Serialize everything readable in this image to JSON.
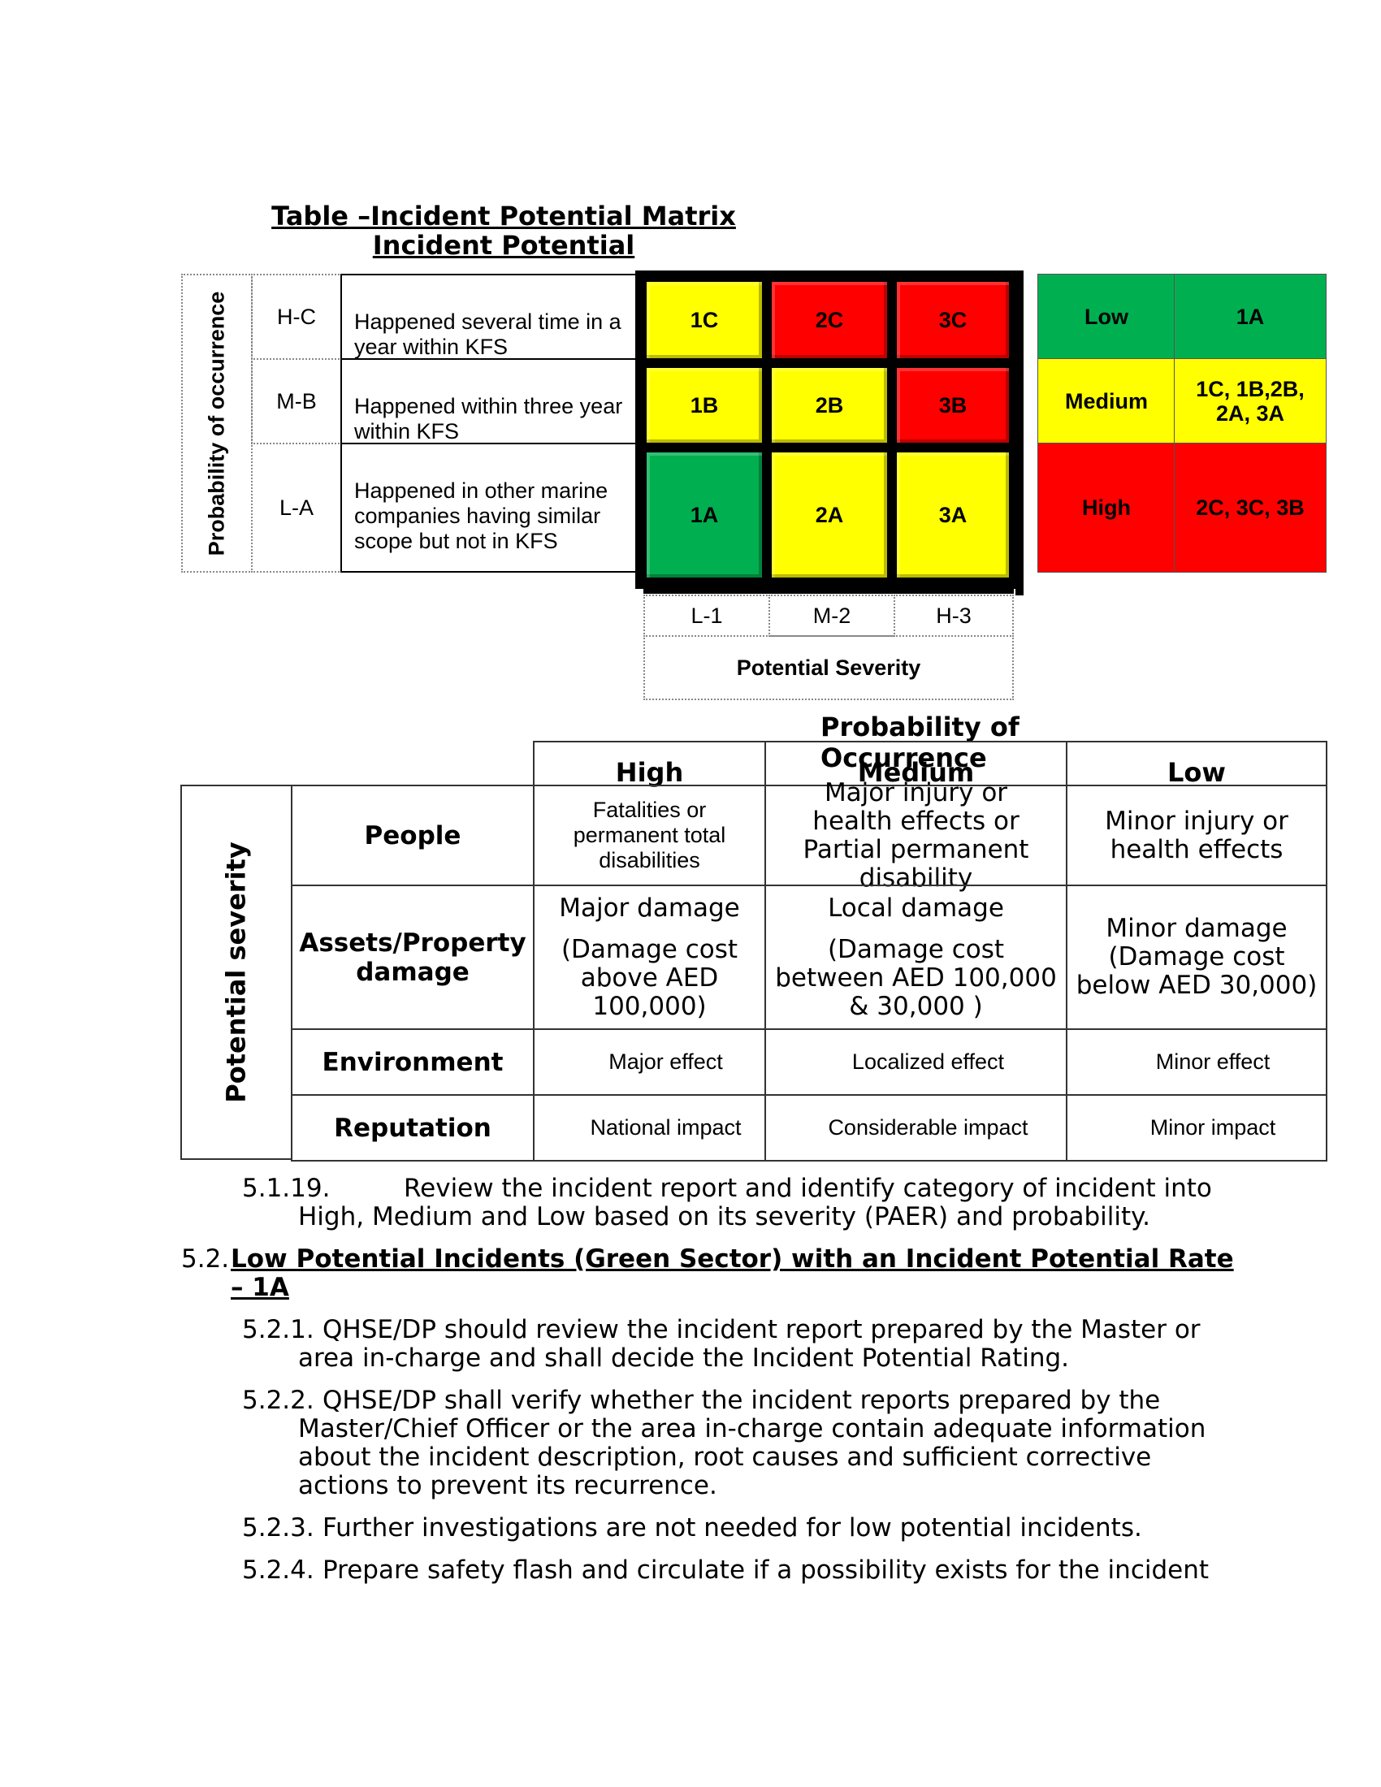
{
  "title": {
    "line1": "Table –Incident Potential Matrix",
    "line2": "Incident Potential"
  },
  "matrix": {
    "y_axis_label": "Probability of occurrence",
    "x_axis_label": "Potential Severity",
    "rows": [
      {
        "code": "H-C",
        "description": "Happened several time in a year within  KFS",
        "cells": [
          "1C",
          "2C",
          "3C"
        ],
        "colors": [
          "#ffff00",
          "#ff0000",
          "#ff0000"
        ]
      },
      {
        "code": "M-B",
        "description": "Happened within three year within KFS",
        "cells": [
          "1B",
          "2B",
          "3B"
        ],
        "colors": [
          "#ffff00",
          "#ffff00",
          "#ff0000"
        ]
      },
      {
        "code": "L-A",
        "description": "Happened in other marine companies having similar scope but not in KFS",
        "cells": [
          "1A",
          "2A",
          "3A"
        ],
        "colors": [
          "#00b050",
          "#ffff00",
          "#ffff00"
        ]
      }
    ],
    "columns": [
      "L-1",
      "M-2",
      "H-3"
    ]
  },
  "legend": [
    {
      "level": "Low",
      "codes": "1A",
      "color": "#00b050"
    },
    {
      "level": "Medium",
      "codes": "1C, 1B,2B, 2A, 3A",
      "color": "#ffff00"
    },
    {
      "level": "High",
      "codes": "2C, 3C, 3B",
      "color": "#ff0000"
    }
  ],
  "severity_table": {
    "top_label": "Probability of Occurrence",
    "side_label": "Potential severity",
    "columns": [
      "High",
      "Medium",
      "Low"
    ],
    "rows": [
      {
        "name": "People",
        "cells": [
          "Fatalities or permanent total disabilities",
          "Major injury or health effects or Partial permanent disability",
          "Minor injury or health effects"
        ]
      },
      {
        "name": "Assets/Property damage",
        "cells": [
          "Major damage",
          "Local damage",
          "Minor damage (Damage cost below AED 30,000)"
        ],
        "cells_sub": [
          "(Damage cost above AED 100,000)",
          "(Damage cost between AED 100,000 & 30,000 )"
        ]
      },
      {
        "name": "Environment",
        "cells": [
          "Major effect",
          "Localized effect",
          "Minor effect"
        ]
      },
      {
        "name": "Reputation",
        "cells": [
          "National impact",
          "Considerable impact",
          "Minor impact"
        ]
      }
    ]
  },
  "text": {
    "p5119_num": "5.1.19.",
    "p5119": "Review the incident report and identify category of incident into",
    "p5119_cont": "High, Medium and Low based on its severity (PAER) and probability.",
    "s52_num": "5.2.",
    "s52_title": "Low Potential Incidents (Green Sector) with an Incident Potential Rate",
    "s52_title_cont": "– 1A",
    "p521_num": "5.2.1.",
    "p521": "QHSE/DP should review the incident report prepared by the Master or",
    "p521_cont": "area in-charge and shall decide the Incident Potential Rating.",
    "p522_num": "5.2.2.",
    "p522": "QHSE/DP shall verify whether the incident reports prepared by the",
    "p522_cont1": "Master/Chief Officer or the area in-charge contain adequate information",
    "p522_cont2": "about the incident description, root causes and sufficient corrective",
    "p522_cont3": "actions to prevent its recurrence.",
    "p523_num": "5.2.3.",
    "p523": "Further investigations are not needed for low potential incidents.",
    "p524_num": "5.2.4.",
    "p524": "Prepare safety flash and circulate if a possibility exists for the incident"
  }
}
